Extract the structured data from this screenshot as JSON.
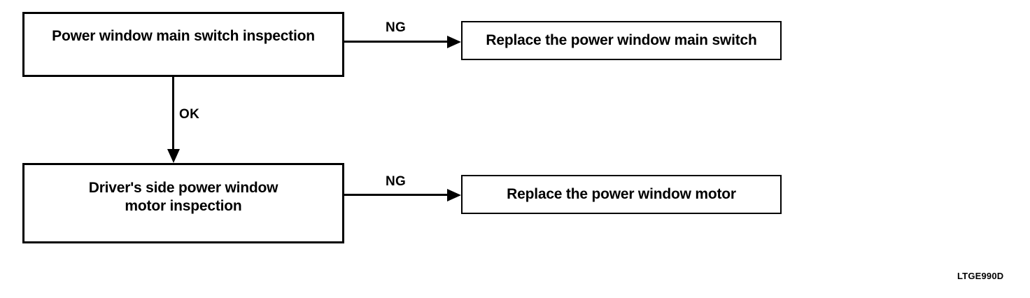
{
  "diagram": {
    "type": "flowchart",
    "title": "Power window diagnostic flowchart",
    "nodes": [
      {
        "id": "main-switch-inspection",
        "label": "Power window main switch inspection",
        "role": "inspection"
      },
      {
        "id": "replace-main-switch",
        "label": "Replace the power window main switch",
        "role": "action"
      },
      {
        "id": "motor-inspection",
        "label": "Driver's side power window\nmotor  inspection",
        "role": "inspection"
      },
      {
        "id": "replace-motor",
        "label": "Replace the power window motor",
        "role": "action"
      }
    ],
    "edges": [
      {
        "id": "ng-1",
        "from": "main-switch-inspection",
        "to": "replace-main-switch",
        "label": "NG",
        "direction": "right"
      },
      {
        "id": "ok",
        "from": "main-switch-inspection",
        "to": "motor-inspection",
        "label": "OK",
        "direction": "down"
      },
      {
        "id": "ng-2",
        "from": "motor-inspection",
        "to": "replace-motor",
        "label": "NG",
        "direction": "right"
      }
    ],
    "figure_code": "LTGE990D",
    "colors": {
      "background": "#ffffff",
      "stroke": "#000000",
      "text": "#000000"
    }
  }
}
